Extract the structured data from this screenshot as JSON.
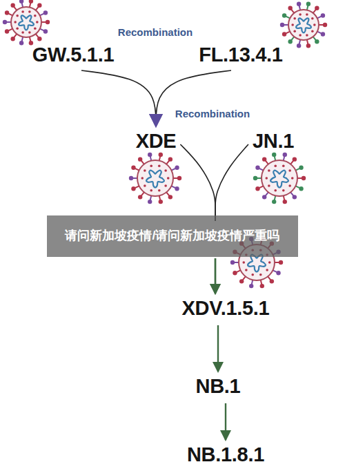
{
  "diagram": {
    "nodes": [
      {
        "text": [
          "GW.5.1.1"
        ]
      },
      {
        "text": [
          "FL.13.4.1"
        ]
      },
      {
        "text": [
          "XDE"
        ]
      },
      {
        "text": [
          "JN.1"
        ]
      },
      {
        "text": [
          "XDV.1.5.1"
        ]
      },
      {
        "text": [
          "NB.1"
        ]
      },
      {
        "text": [
          "NB.1.8.1"
        ]
      }
    ],
    "edges": [
      {
        "from": 0,
        "to": 2,
        "arrow": "to"
      },
      {
        "from": 1,
        "to": 2,
        "arrow": "to"
      },
      {
        "from": 2,
        "to": 4,
        "arrow": "to"
      },
      {
        "from": 3,
        "to": 4,
        "arrow": "to"
      },
      {
        "from": 4,
        "to": 5,
        "arrow": "to"
      },
      {
        "from": 5,
        "to": 6,
        "arrow": "to"
      }
    ],
    "labels": [
      "Recombination",
      "Recombination",
      "请问新加坡疫情/请问新加坡疫情严重吗"
    ]
  }
}
